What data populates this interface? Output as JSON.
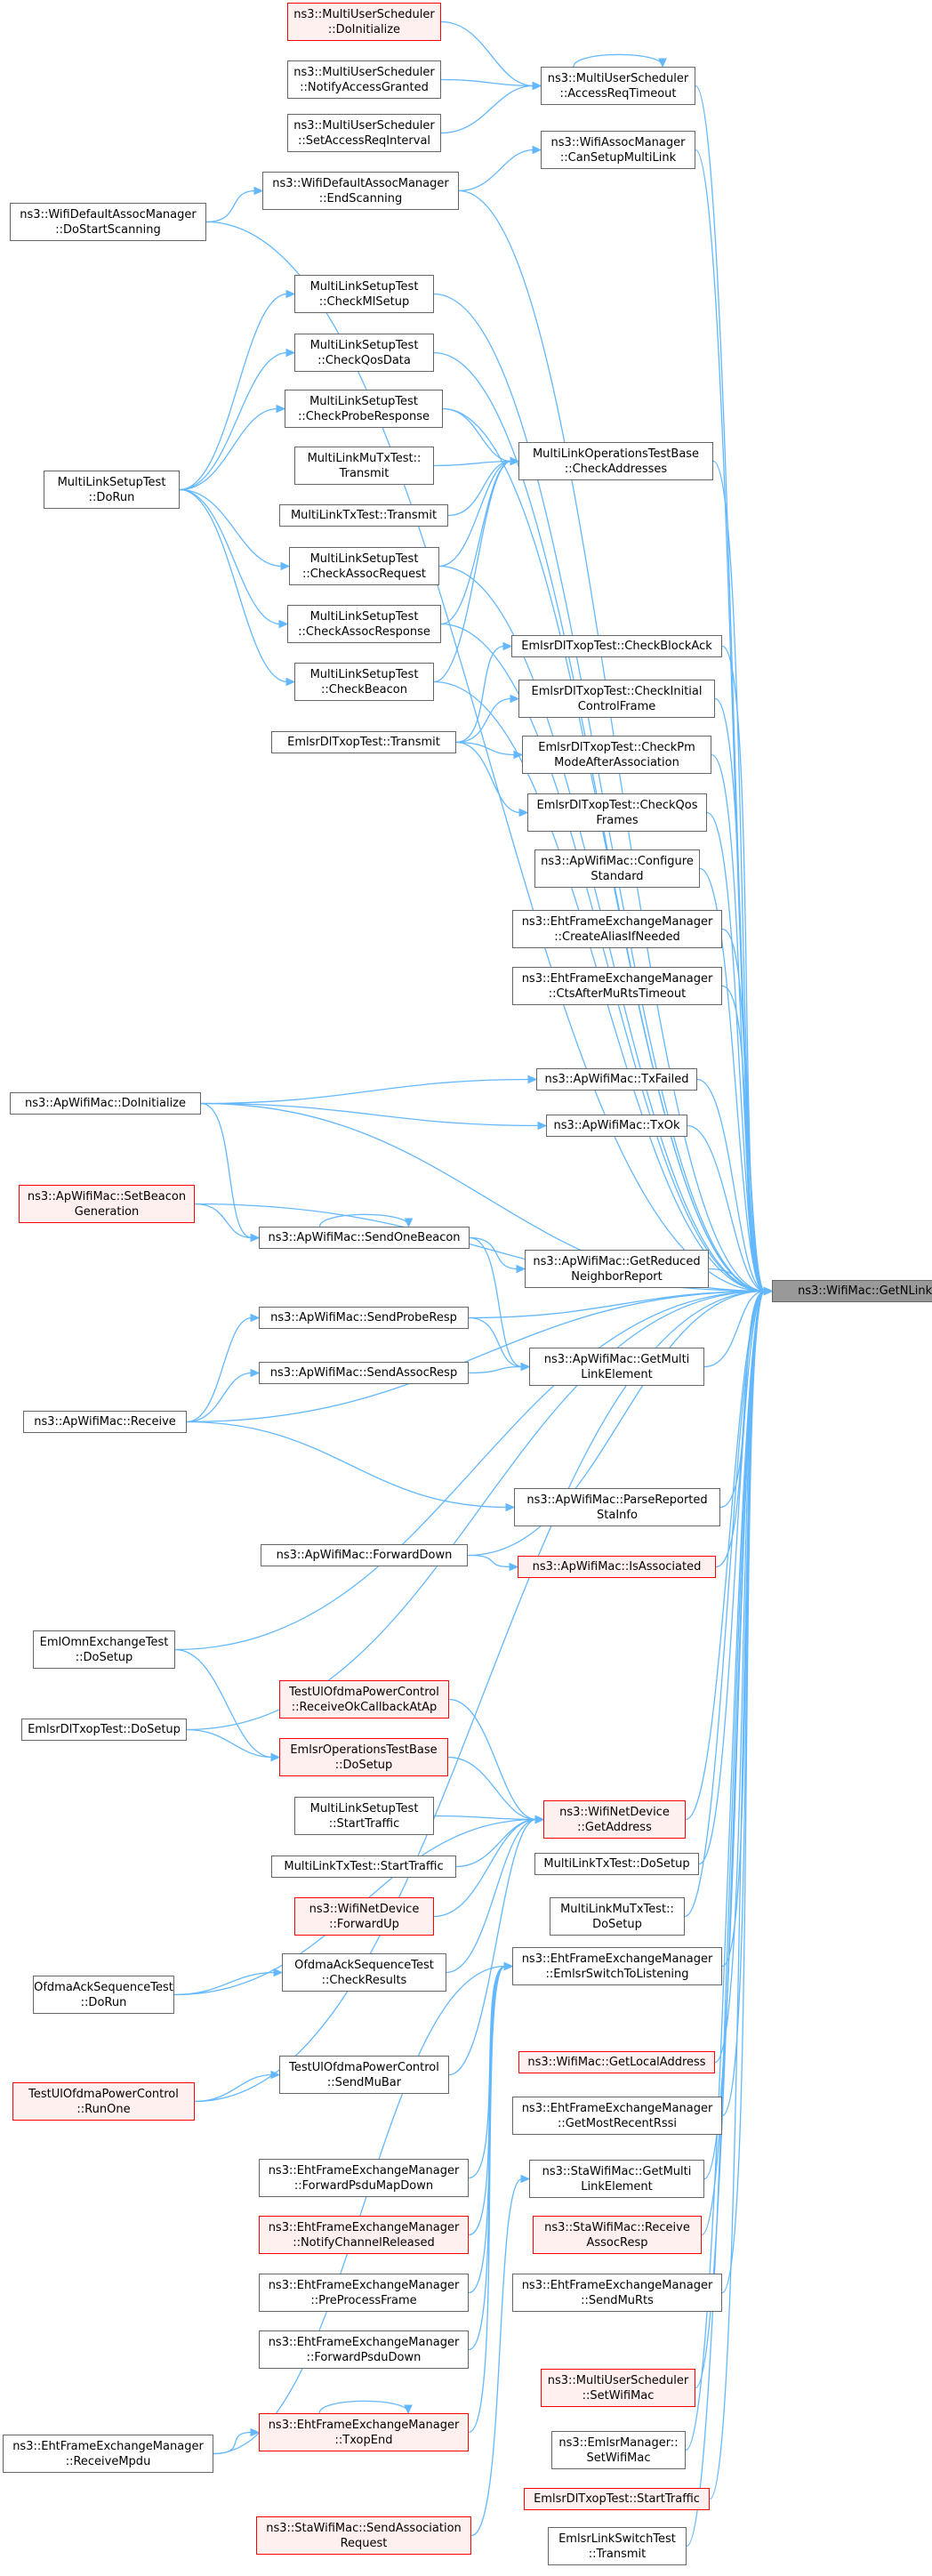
{
  "colors": {
    "edge": "#63b8ff",
    "node_border": "#666666",
    "node_red_border": "#ff0000",
    "node_red_fill": "#fff0f0",
    "focus_fill": "#999999"
  },
  "graph": {
    "focus": "ns3::WifiMac::GetNLinks",
    "nodes": {
      "getnlinks": {
        "lines": [
          "ns3::WifiMac::GetNLinks"
        ],
        "style": "focus"
      },
      "mus_doinit": {
        "lines": [
          "ns3::MultiUserScheduler",
          "::DoInitialize"
        ],
        "style": "red"
      },
      "mus_notify": {
        "lines": [
          "ns3::MultiUserScheduler",
          "::NotifyAccessGranted"
        ],
        "style": "normal"
      },
      "mus_setacc": {
        "lines": [
          "ns3::MultiUserScheduler",
          "::SetAccessReqInterval"
        ],
        "style": "normal"
      },
      "mus_accto": {
        "lines": [
          "ns3::MultiUserScheduler",
          "::AccessReqTimeout"
        ],
        "style": "normal"
      },
      "wam_canml": {
        "lines": [
          "ns3::WifiAssocManager",
          "::CanSetupMultiLink"
        ],
        "style": "normal"
      },
      "wdam_endscan": {
        "lines": [
          "ns3::WifiDefaultAssocManager",
          "::EndScanning"
        ],
        "style": "normal"
      },
      "wdam_dostart": {
        "lines": [
          "ns3::WifiDefaultAssocManager",
          "::DoStartScanning"
        ],
        "style": "normal"
      },
      "mlst_ml": {
        "lines": [
          "MultiLinkSetupTest",
          "::CheckMlSetup"
        ],
        "style": "normal"
      },
      "mlst_qos": {
        "lines": [
          "MultiLinkSetupTest",
          "::CheckQosData"
        ],
        "style": "normal"
      },
      "mlst_probe": {
        "lines": [
          "MultiLinkSetupTest",
          "::CheckProbeResponse"
        ],
        "style": "normal"
      },
      "mlmu_tx": {
        "lines": [
          "MultiLinkMuTxTest::",
          "Transmit"
        ],
        "style": "normal"
      },
      "mlot_addr": {
        "lines": [
          "MultiLinkOperationsTestBase",
          "::CheckAddresses"
        ],
        "style": "normal"
      },
      "mlst_dorun": {
        "lines": [
          "MultiLinkSetupTest",
          "::DoRun"
        ],
        "style": "normal"
      },
      "mltx_tx": {
        "lines": [
          "MultiLinkTxTest::Transmit"
        ],
        "style": "normal"
      },
      "mlst_areq": {
        "lines": [
          "MultiLinkSetupTest",
          "::CheckAssocRequest"
        ],
        "style": "normal"
      },
      "mlst_aresp": {
        "lines": [
          "MultiLinkSetupTest",
          "::CheckAssocResponse"
        ],
        "style": "normal"
      },
      "mlst_beacon": {
        "lines": [
          "MultiLinkSetupTest",
          "::CheckBeacon"
        ],
        "style": "normal"
      },
      "edtt_ba": {
        "lines": [
          "EmlsrDlTxopTest::CheckBlockAck"
        ],
        "style": "normal"
      },
      "edtt_icf": {
        "lines": [
          "EmlsrDlTxopTest::CheckInitial",
          "ControlFrame"
        ],
        "style": "normal"
      },
      "edtt_tx": {
        "lines": [
          "EmlsrDlTxopTest::Transmit"
        ],
        "style": "normal"
      },
      "edtt_pm": {
        "lines": [
          "EmlsrDlTxopTest::CheckPm",
          "ModeAfterAssociation"
        ],
        "style": "normal"
      },
      "edtt_qos": {
        "lines": [
          "EmlsrDlTxopTest::CheckQos",
          "Frames"
        ],
        "style": "normal"
      },
      "ap_conf": {
        "lines": [
          "ns3::ApWifiMac::Configure",
          "Standard"
        ],
        "style": "normal"
      },
      "efem_alias": {
        "lines": [
          "ns3::EhtFrameExchangeManager",
          "::CreateAliasIfNeeded"
        ],
        "style": "normal"
      },
      "efem_cts": {
        "lines": [
          "ns3::EhtFrameExchangeManager",
          "::CtsAfterMuRtsTimeout"
        ],
        "style": "normal"
      },
      "ap_doinit": {
        "lines": [
          "ns3::ApWifiMac::DoInitialize"
        ],
        "style": "normal"
      },
      "ap_txfail": {
        "lines": [
          "ns3::ApWifiMac::TxFailed"
        ],
        "style": "normal"
      },
      "ap_txok": {
        "lines": [
          "ns3::ApWifiMac::TxOk"
        ],
        "style": "normal"
      },
      "ap_setbeacon": {
        "lines": [
          "ns3::ApWifiMac::SetBeacon",
          "Generation"
        ],
        "style": "red"
      },
      "ap_sendbeacon": {
        "lines": [
          "ns3::ApWifiMac::SendOneBeacon"
        ],
        "style": "normal"
      },
      "ap_getrnr": {
        "lines": [
          "ns3::ApWifiMac::GetReduced",
          "NeighborReport"
        ],
        "style": "normal"
      },
      "ap_sendprobe": {
        "lines": [
          "ns3::ApWifiMac::SendProbeResp"
        ],
        "style": "normal"
      },
      "ap_getml": {
        "lines": [
          "ns3::ApWifiMac::GetMulti",
          "LinkElement"
        ],
        "style": "normal"
      },
      "ap_sendassoc": {
        "lines": [
          "ns3::ApWifiMac::SendAssocResp"
        ],
        "style": "normal"
      },
      "ap_receive": {
        "lines": [
          "ns3::ApWifiMac::Receive"
        ],
        "style": "normal"
      },
      "ap_parse": {
        "lines": [
          "ns3::ApWifiMac::ParseReported",
          "StaInfo"
        ],
        "style": "normal"
      },
      "ap_fwddown": {
        "lines": [
          "ns3::ApWifiMac::ForwardDown"
        ],
        "style": "normal"
      },
      "ap_isassoc": {
        "lines": [
          "ns3::ApWifiMac::IsAssociated"
        ],
        "style": "red"
      },
      "eoet_dosetup": {
        "lines": [
          "EmlOmnExchangeTest",
          "::DoSetup"
        ],
        "style": "normal"
      },
      "edtt_dosetup": {
        "lines": [
          "EmlsrDlTxopTest::DoSetup"
        ],
        "style": "normal"
      },
      "tuopc_recv": {
        "lines": [
          "TestUlOfdmaPowerControl",
          "::ReceiveOkCallbackAtAp"
        ],
        "style": "red"
      },
      "eotb_dosetup": {
        "lines": [
          "EmlsrOperationsTestBase",
          "::DoSetup"
        ],
        "style": "red"
      },
      "wnd_getaddr": {
        "lines": [
          "ns3::WifiNetDevice",
          "::GetAddress"
        ],
        "style": "red"
      },
      "mlst_start": {
        "lines": [
          "MultiLinkSetupTest",
          "::StartTraffic"
        ],
        "style": "normal"
      },
      "mltx_start": {
        "lines": [
          "MultiLinkTxTest::StartTraffic"
        ],
        "style": "normal"
      },
      "mltx_dosetup": {
        "lines": [
          "MultiLinkTxTest::DoSetup"
        ],
        "style": "normal"
      },
      "wnd_fwdup": {
        "lines": [
          "ns3::WifiNetDevice",
          "::ForwardUp"
        ],
        "style": "red"
      },
      "mlmu_dosetup": {
        "lines": [
          "MultiLinkMuTxTest::",
          "DoSetup"
        ],
        "style": "normal"
      },
      "oast_check": {
        "lines": [
          "OfdmaAckSequenceTest",
          "::CheckResults"
        ],
        "style": "normal"
      },
      "efem_emlsr": {
        "lines": [
          "ns3::EhtFrameExchangeManager",
          "::EmlsrSwitchToListening"
        ],
        "style": "normal"
      },
      "oast_dorun": {
        "lines": [
          "OfdmaAckSequenceTest",
          "::DoRun"
        ],
        "style": "normal"
      },
      "tuopc_sendmu": {
        "lines": [
          "TestUlOfdmaPowerControl",
          "::SendMuBar"
        ],
        "style": "normal"
      },
      "wm_getlocal": {
        "lines": [
          "ns3::WifiMac::GetLocalAddress"
        ],
        "style": "red"
      },
      "tuopc_runone": {
        "lines": [
          "TestUlOfdmaPowerControl",
          "::RunOne"
        ],
        "style": "red"
      },
      "efem_rssi": {
        "lines": [
          "ns3::EhtFrameExchangeManager",
          "::GetMostRecentRssi"
        ],
        "style": "normal"
      },
      "efem_fwdpsdumap": {
        "lines": [
          "ns3::EhtFrameExchangeManager",
          "::ForwardPsduMapDown"
        ],
        "style": "normal"
      },
      "sta_getml": {
        "lines": [
          "ns3::StaWifiMac::GetMulti",
          "LinkElement"
        ],
        "style": "normal"
      },
      "efem_notify": {
        "lines": [
          "ns3::EhtFrameExchangeManager",
          "::NotifyChannelReleased"
        ],
        "style": "red"
      },
      "sta_recvassoc": {
        "lines": [
          "ns3::StaWifiMac::Receive",
          "AssocResp"
        ],
        "style": "red"
      },
      "efem_preproc": {
        "lines": [
          "ns3::EhtFrameExchangeManager",
          "::PreProcessFrame"
        ],
        "style": "normal"
      },
      "efem_sendmurts": {
        "lines": [
          "ns3::EhtFrameExchangeManager",
          "::SendMuRts"
        ],
        "style": "normal"
      },
      "efem_fwdpsdu": {
        "lines": [
          "ns3::EhtFrameExchangeManager",
          "::ForwardPsduDown"
        ],
        "style": "normal"
      },
      "mus_setwifimac": {
        "lines": [
          "ns3::MultiUserScheduler",
          "::SetWifiMac"
        ],
        "style": "red"
      },
      "efem_txopend": {
        "lines": [
          "ns3::EhtFrameExchangeManager",
          "::TxopEnd"
        ],
        "style": "red"
      },
      "efem_recvmpdu": {
        "lines": [
          "ns3::EhtFrameExchangeManager",
          "::ReceiveMpdu"
        ],
        "style": "normal"
      },
      "em_setwifimac": {
        "lines": [
          "ns3::EmlsrManager::",
          "SetWifiMac"
        ],
        "style": "normal"
      },
      "edtt_start": {
        "lines": [
          "EmlsrDlTxopTest::StartTraffic"
        ],
        "style": "red"
      },
      "sta_sendassoc": {
        "lines": [
          "ns3::StaWifiMac::SendAssociation",
          "Request"
        ],
        "style": "red"
      },
      "elst_tx": {
        "lines": [
          "EmlsrLinkSwitchTest",
          "::Transmit"
        ],
        "style": "normal"
      }
    },
    "edges": [
      [
        "mus_doinit",
        "mus_accto"
      ],
      [
        "mus_notify",
        "mus_accto"
      ],
      [
        "mus_setacc",
        "mus_accto"
      ],
      [
        "mus_accto",
        "mus_accto"
      ],
      [
        "mus_accto",
        "getnlinks"
      ],
      [
        "wam_canml",
        "getnlinks"
      ],
      [
        "wdam_endscan",
        "wam_canml"
      ],
      [
        "wdam_endscan",
        "getnlinks"
      ],
      [
        "wdam_dostart",
        "wdam_endscan"
      ],
      [
        "wdam_dostart",
        "getnlinks"
      ],
      [
        "mlst_ml",
        "getnlinks"
      ],
      [
        "mlst_qos",
        "getnlinks"
      ],
      [
        "mlst_probe",
        "mlot_addr"
      ],
      [
        "mlst_probe",
        "getnlinks"
      ],
      [
        "mlmu_tx",
        "mlot_addr"
      ],
      [
        "mlot_addr",
        "getnlinks"
      ],
      [
        "mlst_dorun",
        "mlst_ml"
      ],
      [
        "mlst_dorun",
        "mlst_qos"
      ],
      [
        "mlst_dorun",
        "mlst_probe"
      ],
      [
        "mlst_dorun",
        "mlst_areq"
      ],
      [
        "mlst_dorun",
        "mlst_aresp"
      ],
      [
        "mlst_dorun",
        "mlst_beacon"
      ],
      [
        "mltx_tx",
        "mlot_addr"
      ],
      [
        "mlst_areq",
        "mlot_addr"
      ],
      [
        "mlst_areq",
        "getnlinks"
      ],
      [
        "mlst_aresp",
        "mlot_addr"
      ],
      [
        "mlst_aresp",
        "getnlinks"
      ],
      [
        "mlst_beacon",
        "mlot_addr"
      ],
      [
        "mlst_beacon",
        "getnlinks"
      ],
      [
        "edtt_ba",
        "getnlinks"
      ],
      [
        "edtt_icf",
        "getnlinks"
      ],
      [
        "edtt_tx",
        "edtt_ba"
      ],
      [
        "edtt_tx",
        "edtt_icf"
      ],
      [
        "edtt_tx",
        "edtt_pm"
      ],
      [
        "edtt_tx",
        "edtt_qos"
      ],
      [
        "edtt_pm",
        "getnlinks"
      ],
      [
        "edtt_qos",
        "getnlinks"
      ],
      [
        "ap_conf",
        "getnlinks"
      ],
      [
        "efem_alias",
        "getnlinks"
      ],
      [
        "efem_cts",
        "getnlinks"
      ],
      [
        "ap_doinit",
        "ap_txfail"
      ],
      [
        "ap_doinit",
        "ap_txok"
      ],
      [
        "ap_doinit",
        "ap_sendbeacon"
      ],
      [
        "ap_doinit",
        "getnlinks"
      ],
      [
        "ap_txfail",
        "getnlinks"
      ],
      [
        "ap_txok",
        "getnlinks"
      ],
      [
        "ap_setbeacon",
        "ap_sendbeacon"
      ],
      [
        "ap_setbeacon",
        "getnlinks"
      ],
      [
        "ap_sendbeacon",
        "ap_sendbeacon"
      ],
      [
        "ap_sendbeacon",
        "ap_getrnr"
      ],
      [
        "ap_sendbeacon",
        "ap_getml"
      ],
      [
        "ap_getrnr",
        "getnlinks"
      ],
      [
        "ap_sendprobe",
        "ap_getml"
      ],
      [
        "ap_sendprobe",
        "getnlinks"
      ],
      [
        "ap_getml",
        "getnlinks"
      ],
      [
        "ap_sendassoc",
        "ap_getml"
      ],
      [
        "ap_receive",
        "ap_sendprobe"
      ],
      [
        "ap_receive",
        "ap_sendassoc"
      ],
      [
        "ap_receive",
        "ap_parse"
      ],
      [
        "ap_receive",
        "getnlinks"
      ],
      [
        "ap_parse",
        "getnlinks"
      ],
      [
        "ap_fwddown",
        "ap_isassoc"
      ],
      [
        "ap_fwddown",
        "getnlinks"
      ],
      [
        "ap_isassoc",
        "getnlinks"
      ],
      [
        "eoet_dosetup",
        "getnlinks"
      ],
      [
        "eoet_dosetup",
        "eotb_dosetup"
      ],
      [
        "edtt_dosetup",
        "eotb_dosetup"
      ],
      [
        "edtt_dosetup",
        "getnlinks"
      ],
      [
        "tuopc_recv",
        "wnd_getaddr"
      ],
      [
        "eotb_dosetup",
        "wnd_getaddr"
      ],
      [
        "wnd_getaddr",
        "getnlinks"
      ],
      [
        "mlst_start",
        "wnd_getaddr"
      ],
      [
        "mltx_start",
        "wnd_getaddr"
      ],
      [
        "mltx_dosetup",
        "getnlinks"
      ],
      [
        "wnd_fwdup",
        "wnd_getaddr"
      ],
      [
        "mlmu_dosetup",
        "getnlinks"
      ],
      [
        "oast_check",
        "wnd_getaddr"
      ],
      [
        "oast_dorun",
        "oast_check"
      ],
      [
        "oast_dorun",
        "wnd_getaddr"
      ],
      [
        "efem_emlsr",
        "getnlinks"
      ],
      [
        "tuopc_sendmu",
        "wnd_getaddr"
      ],
      [
        "tuopc_runone",
        "tuopc_sendmu"
      ],
      [
        "tuopc_runone",
        "getnlinks"
      ],
      [
        "wm_getlocal",
        "getnlinks"
      ],
      [
        "efem_rssi",
        "getnlinks"
      ],
      [
        "efem_fwdpsdumap",
        "efem_emlsr"
      ],
      [
        "sta_getml",
        "getnlinks"
      ],
      [
        "efem_notify",
        "efem_emlsr"
      ],
      [
        "sta_recvassoc",
        "getnlinks"
      ],
      [
        "efem_preproc",
        "efem_emlsr"
      ],
      [
        "efem_sendmurts",
        "getnlinks"
      ],
      [
        "efem_fwdpsdu",
        "efem_emlsr"
      ],
      [
        "mus_setwifimac",
        "getnlinks"
      ],
      [
        "efem_txopend",
        "efem_txopend"
      ],
      [
        "efem_txopend",
        "efem_emlsr"
      ],
      [
        "efem_recvmpdu",
        "efem_txopend"
      ],
      [
        "efem_recvmpdu",
        "efem_emlsr"
      ],
      [
        "em_setwifimac",
        "getnlinks"
      ],
      [
        "edtt_start",
        "getnlinks"
      ],
      [
        "sta_sendassoc",
        "sta_getml"
      ],
      [
        "elst_tx",
        "getnlinks"
      ]
    ]
  }
}
